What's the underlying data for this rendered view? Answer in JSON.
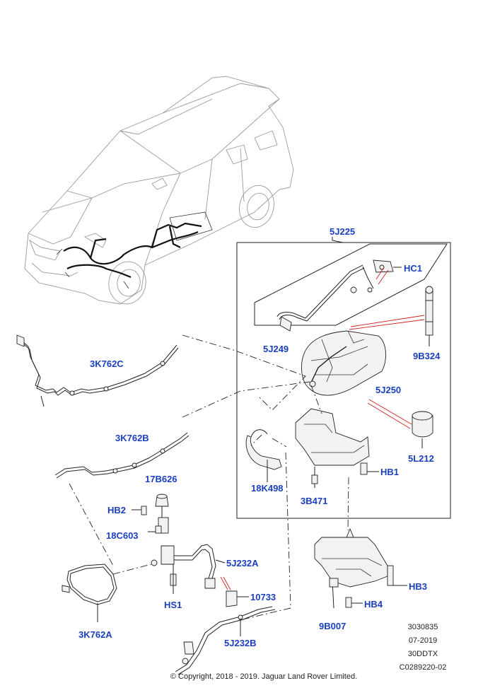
{
  "callouts": {
    "c5J225": "5J225",
    "cHC1": "HC1",
    "c9B324": "9B324",
    "c5J249": "5J249",
    "c5J250": "5J250",
    "c5L212": "5L212",
    "c3K762C": "3K762C",
    "c3K762B": "3K762B",
    "c18K498": "18K498",
    "cHB1": "HB1",
    "c3B471": "3B471",
    "c17B626": "17B626",
    "cHB2": "HB2",
    "c18C603": "18C603",
    "c5J232A": "5J232A",
    "cHS1": "HS1",
    "c10733": "10733",
    "c3K762A": "3K762A",
    "c5J232B": "5J232B",
    "cHB3": "HB3",
    "cHB4": "HB4",
    "c9B007": "9B007"
  },
  "reference": {
    "number": "3030835",
    "date": "07-2019",
    "model": "30DDTX",
    "code": "C0289220-02"
  },
  "copyright": "© Copyright, 2018 - 2019. Jaguar Land Rover Limited."
}
